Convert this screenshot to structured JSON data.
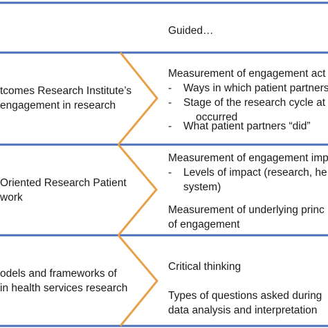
{
  "colors": {
    "divider": "#4a6fb8",
    "chevron": "#e8a04a",
    "text": "#1a1a1a",
    "background": "#ffffff"
  },
  "header": {
    "right_text": "Guided…"
  },
  "rows": [
    {
      "left_lines": [
        "tcomes Research Institute’s",
        " engagement in research"
      ],
      "right_title": "Measurement of engagement act",
      "bullets": [
        {
          "dash": "-",
          "lines": [
            "Ways in which patient partners"
          ]
        },
        {
          "dash": "-",
          "lines": [
            "Stage of the research cycle at",
            "occurred"
          ]
        },
        {
          "dash": "-",
          "lines": [
            "What patient partners “did”"
          ]
        }
      ]
    },
    {
      "left_lines": [
        "Oriented Research Patient",
        "work"
      ],
      "right_title": "Measurement of engagement imp",
      "bullets": [
        {
          "dash": "-",
          "lines": [
            "Levels of impact (research, he",
            "system)"
          ]
        }
      ],
      "right_extra": [
        "Measurement of underlying princ",
        "of engagement"
      ]
    },
    {
      "left_lines": [
        "odels and frameworks of",
        " in health services research"
      ],
      "right_title": "Critical thinking",
      "right_extra": [
        "Types of questions asked during",
        "data analysis and interpretation"
      ]
    }
  ]
}
